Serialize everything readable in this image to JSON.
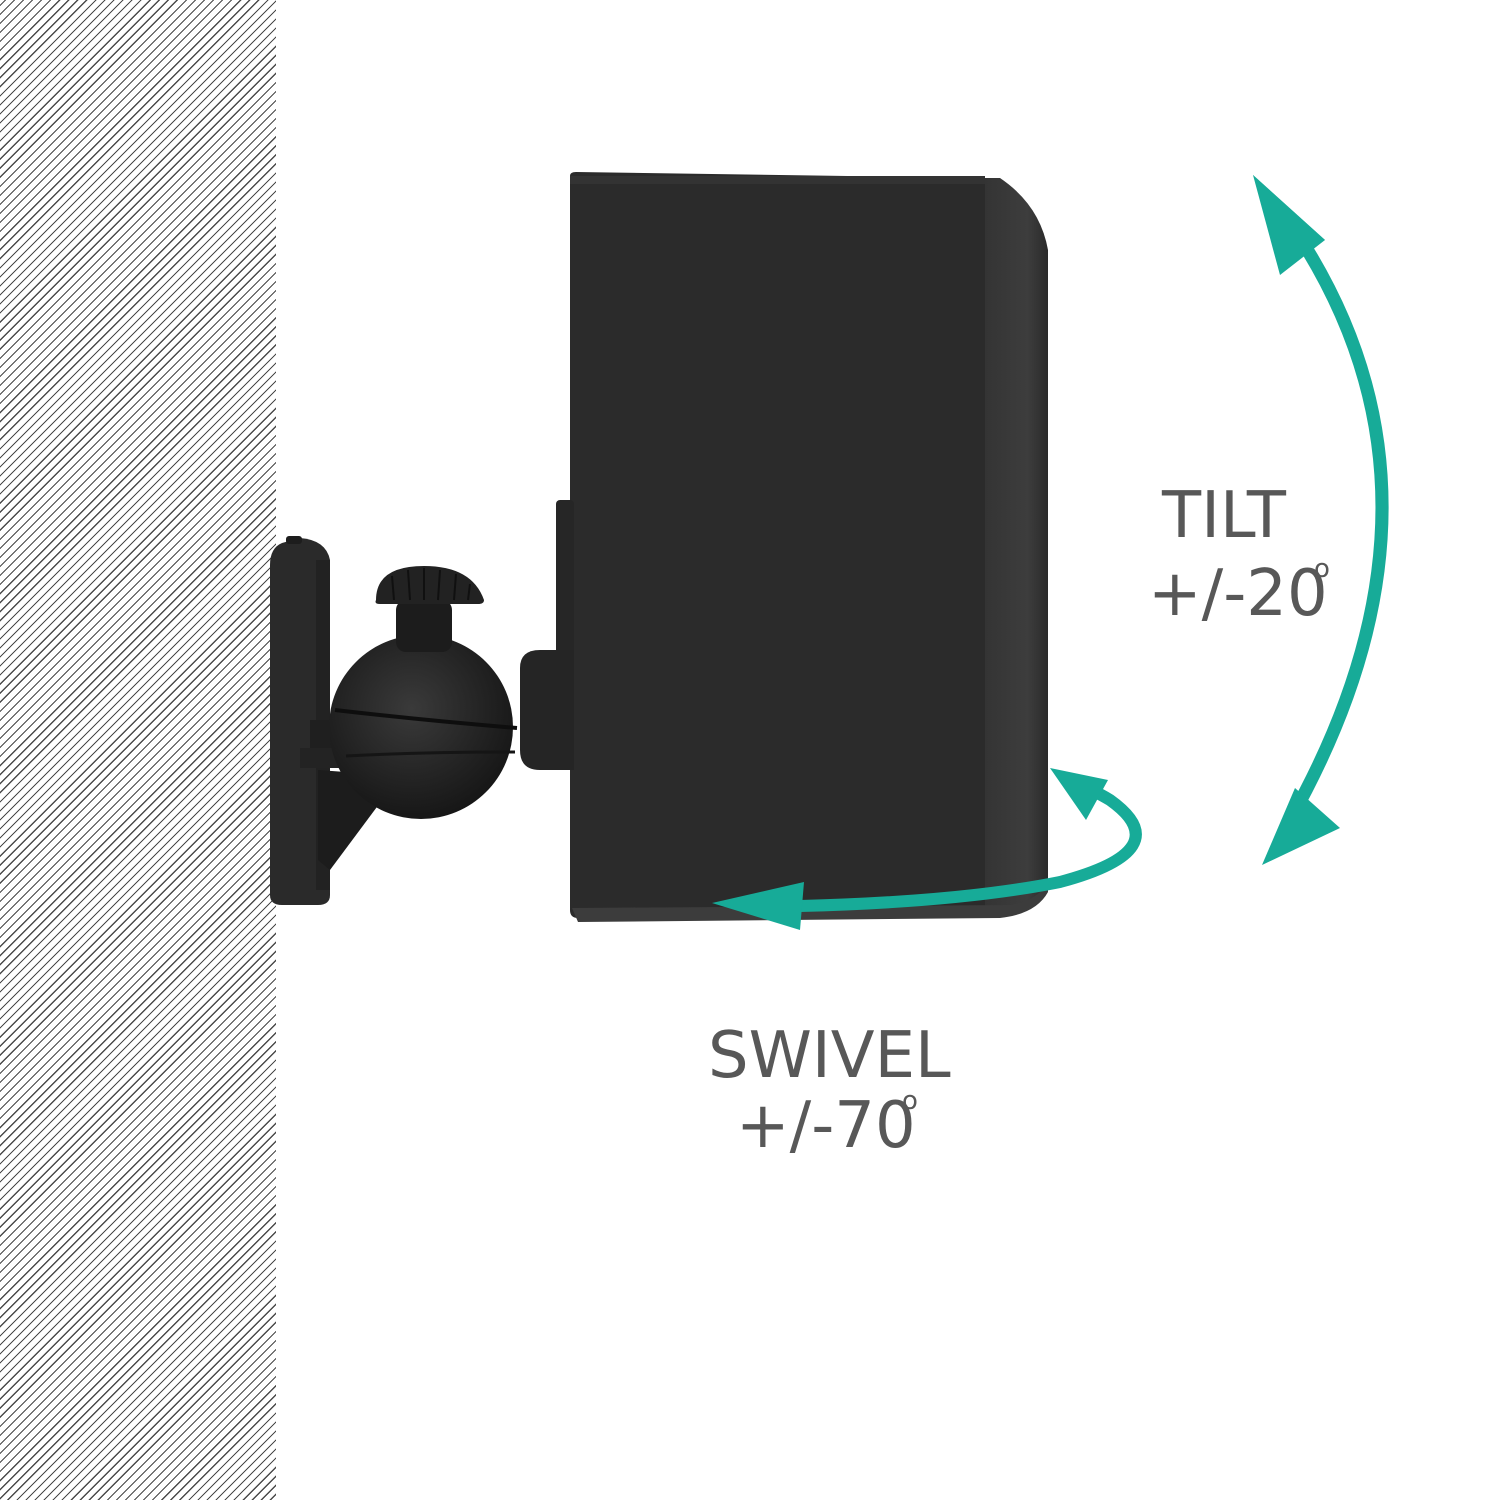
{
  "image": {
    "subject": "speaker-wall-mount",
    "background_color": "#ffffff",
    "wall_pattern": "diagonal-hatch"
  },
  "colors": {
    "accent_arrow": "#17ab98",
    "text": "#585858",
    "speaker_front": "#2b2b2b",
    "speaker_side": "#3a3a3a",
    "bracket": "#262626"
  },
  "labels": {
    "tilt": {
      "title": "TILT",
      "value": "+/-20",
      "degree_symbol": "o"
    },
    "swivel": {
      "title": "SWIVEL",
      "value": "+/-70",
      "degree_symbol": "o"
    }
  },
  "icons": {
    "tilt_arrow": "double-headed-curved-arrow",
    "swivel_arrow": "double-headed-curved-arrow"
  }
}
